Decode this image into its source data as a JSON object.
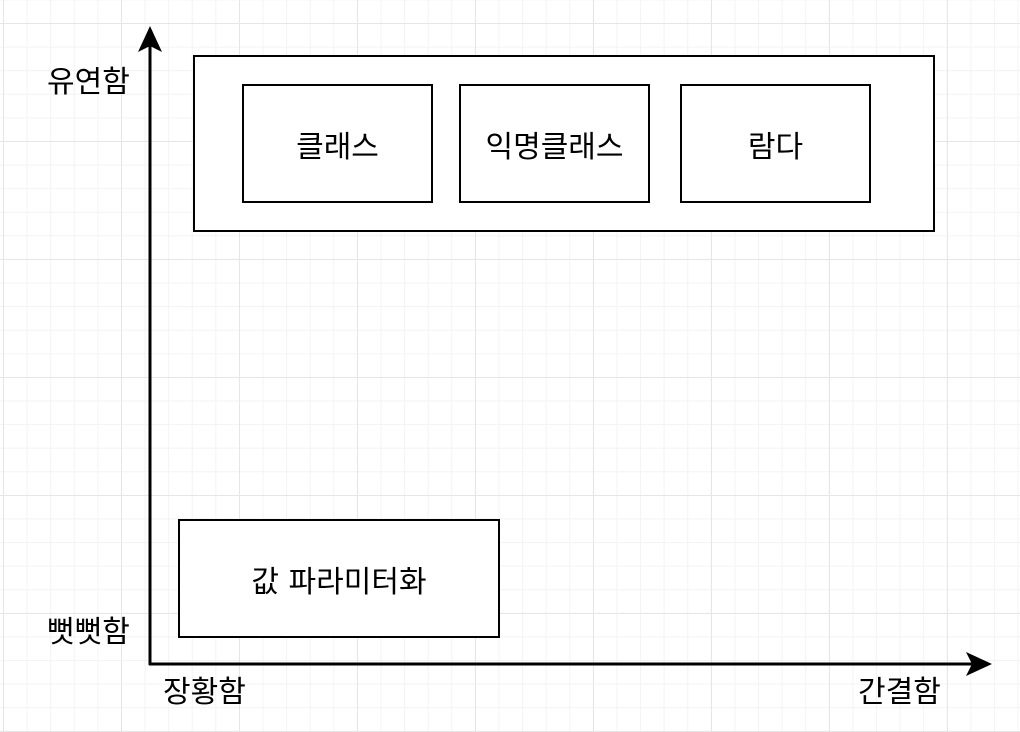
{
  "axes": {
    "y_top_label": "유연함",
    "y_bottom_label": "뻣뻣함",
    "x_left_label": "장황함",
    "x_right_label": "간결함"
  },
  "flexible_group": {
    "items": [
      {
        "label": "클래스"
      },
      {
        "label": "익명클래스"
      },
      {
        "label": "람다"
      }
    ]
  },
  "rigid_item": {
    "label": "값 파라미터화"
  },
  "colors": {
    "stroke": "#000000",
    "background": "#ffffff",
    "grid": "#e6e6e6"
  }
}
